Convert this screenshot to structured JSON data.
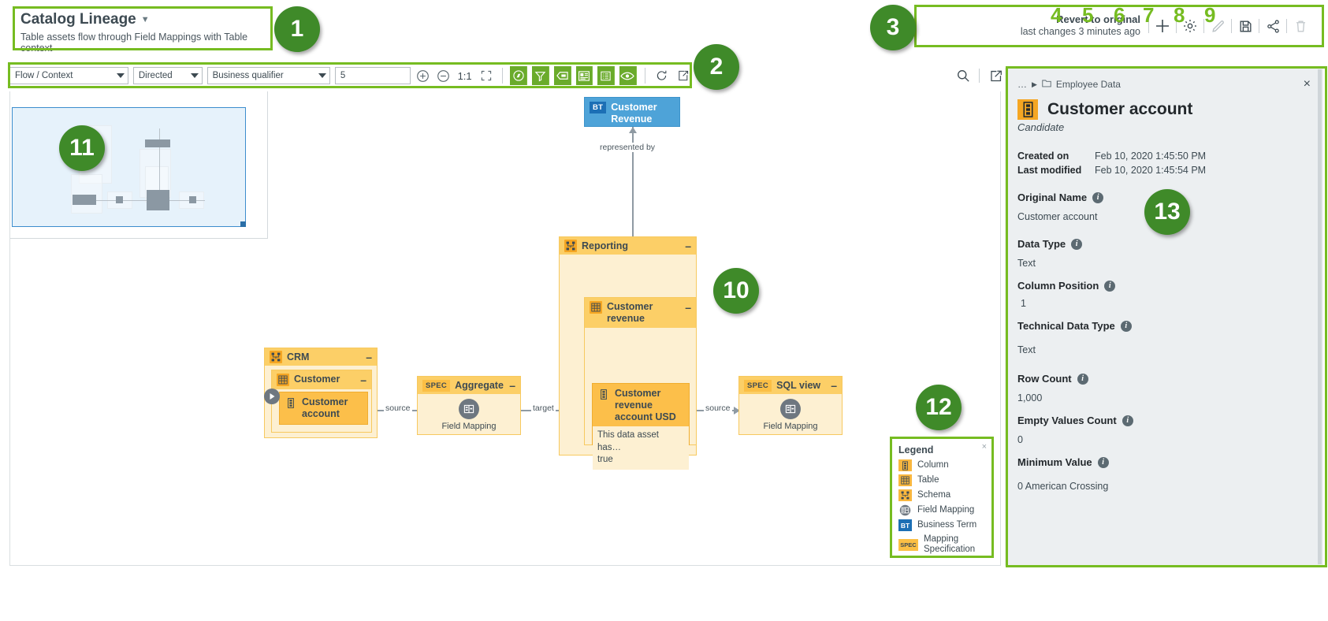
{
  "header": {
    "title": "Catalog Lineage",
    "caret": "chevron-down-icon",
    "subtitle": "Table assets flow through Field Mappings with Table context"
  },
  "action_bar": {
    "revert_title": "Revert to original",
    "revert_sub": "last changes 3 minutes ago",
    "buttons": [
      {
        "name": "add-button",
        "icon": "plus-icon",
        "enabled": true
      },
      {
        "name": "settings-button",
        "icon": "gear-icon",
        "enabled": true
      },
      {
        "name": "edit-button",
        "icon": "pencil-icon",
        "enabled": false
      },
      {
        "name": "save-button",
        "icon": "floppy-disk-icon",
        "enabled": true
      },
      {
        "name": "share-button",
        "icon": "share-icon",
        "enabled": true
      },
      {
        "name": "delete-button",
        "icon": "trash-icon",
        "enabled": false
      }
    ],
    "callout_numbers": [
      "4",
      "5",
      "6",
      "7",
      "8",
      "9"
    ]
  },
  "toolbar": {
    "flow_context": "Flow / Context",
    "direction": "Directed",
    "qualifier": "Business qualifier",
    "depth": "5",
    "zoom_in": "zoom-in-icon",
    "zoom_out": "zoom-out-icon",
    "zoom_ratio": "1:1",
    "fit": "fit-to-screen-icon",
    "toggles": [
      {
        "name": "compass-toggle",
        "icon": "compass-icon",
        "active": true
      },
      {
        "name": "filter-toggle",
        "icon": "funnel-icon",
        "active": true
      },
      {
        "name": "label-toggle",
        "icon": "tag-icon",
        "active": true
      },
      {
        "name": "details-toggle",
        "icon": "card-icon",
        "active": true
      },
      {
        "name": "list-toggle",
        "icon": "list-icon",
        "active": true
      },
      {
        "name": "visibility-toggle",
        "icon": "eye-icon",
        "active": true
      }
    ],
    "refresh": "refresh-icon",
    "export": "export-icon",
    "search": "search-icon",
    "open_new": "open-in-new-icon"
  },
  "callouts": {
    "one": "1",
    "two": "2",
    "three": "3",
    "ten": "10",
    "eleven": "11",
    "twelve": "12",
    "thirteen": "13"
  },
  "graph": {
    "business_term": {
      "chip": "BT",
      "label": "Customer Revenue"
    },
    "represented_by": "represented by",
    "crm_group": {
      "icon": "schema-icon",
      "label": "CRM",
      "collapse": "–"
    },
    "customer_table": {
      "icon": "table-icon",
      "label": "Customer",
      "collapse": "–"
    },
    "customer_account": {
      "icon": "column-icon",
      "label": "Customer account"
    },
    "aggregate_spec": {
      "chip": "SPEC",
      "label": "Aggregate",
      "collapse": "–",
      "mapping_label": "Field Mapping"
    },
    "reporting_group": {
      "icon": "schema-icon",
      "label": "Reporting",
      "collapse": "–"
    },
    "customer_revenue_table": {
      "icon": "table-icon",
      "label": "Customer revenue",
      "collapse": "–"
    },
    "customer_revenue_account_usd": {
      "icon": "column-icon",
      "label": "Customer revenue account USD",
      "desc_line1": "This data asset has…",
      "desc_line2": "true"
    },
    "sql_view_spec": {
      "chip": "SPEC",
      "label": "SQL view",
      "collapse": "–",
      "mapping_label": "Field Mapping"
    },
    "edge_source_1": "source",
    "edge_target": "target",
    "edge_source_2": "source"
  },
  "legend": {
    "title": "Legend",
    "close": "×",
    "items": [
      {
        "icon": "column-icon",
        "label": "Column"
      },
      {
        "icon": "table-icon",
        "label": "Table"
      },
      {
        "icon": "schema-icon",
        "label": "Schema"
      },
      {
        "icon": "field-mapping-icon",
        "label": "Field Mapping"
      },
      {
        "icon": "business-term-icon",
        "chip": "BT",
        "label": "Business Term"
      },
      {
        "icon": "mapping-spec-icon",
        "chip": "SPEC",
        "label": "Mapping Specification"
      }
    ]
  },
  "details": {
    "breadcrumb_ellipsis": "…",
    "breadcrumb_caret": "▶",
    "breadcrumb_icon": "folder-icon",
    "breadcrumb_label": "Employee Data",
    "close": "×",
    "icon": "column-icon",
    "title": "Customer account",
    "subtitle": "Candidate",
    "meta": [
      {
        "key": "Created on",
        "value": "Feb 10, 2020 1:45:50 PM"
      },
      {
        "key": "Last modified",
        "value": "Feb 10, 2020 1:45:54 PM"
      }
    ],
    "properties": [
      {
        "key": "Original Name",
        "value": "Customer account"
      },
      {
        "key": "Data Type",
        "value": "Text"
      },
      {
        "key": "Column Position",
        "value": "1"
      },
      {
        "key": "Technical Data Type",
        "value": "Text"
      },
      {
        "key": "Row Count",
        "value": "1,000"
      },
      {
        "key": "Empty Values Count",
        "value": "0"
      },
      {
        "key": "Minimum Value",
        "value": "0 American Crossing"
      }
    ]
  },
  "colors": {
    "accent_green": "#76bc21",
    "bubble_green": "#3f8a29",
    "node_orange": "#fcbf4a",
    "node_light": "#fdf0d2",
    "bt_blue": "#4ea3d8"
  }
}
